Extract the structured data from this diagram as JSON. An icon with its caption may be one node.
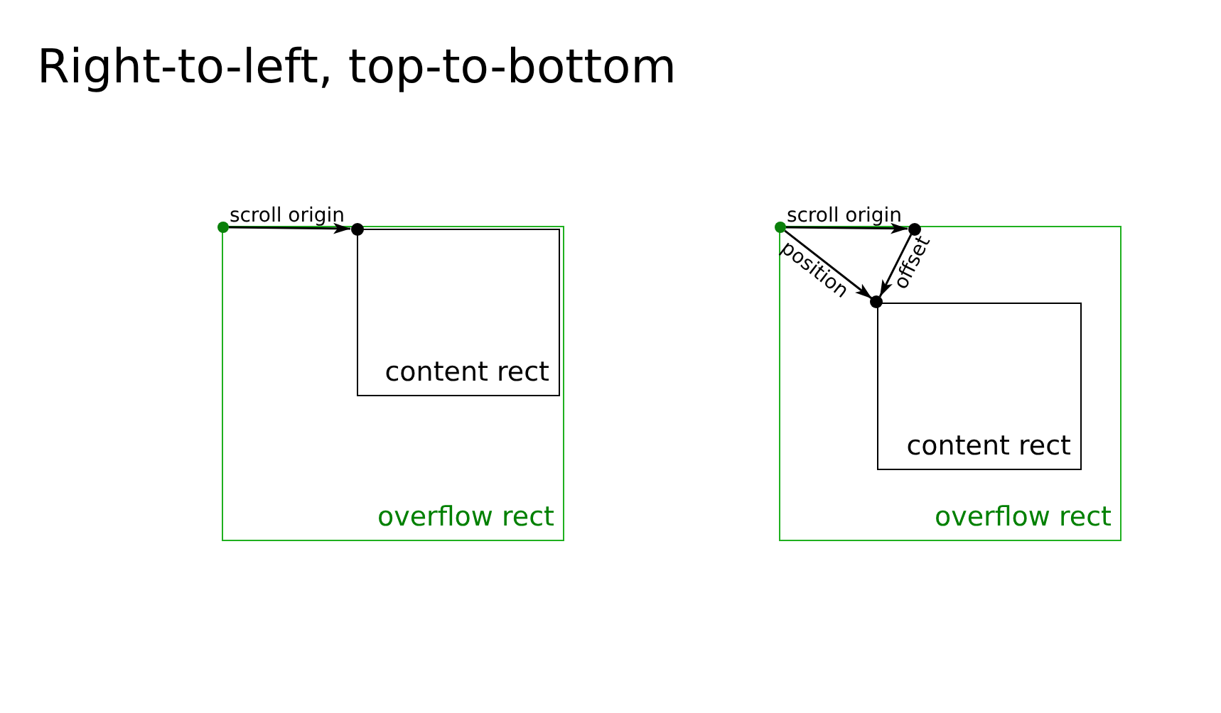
{
  "diagram": {
    "title": "Right-to-left, top-to-bottom",
    "nodes": [
      {
        "text": [
          "overflow rect"
        ]
      },
      {
        "text": [
          "content rect"
        ],
        "in": 0
      },
      {
        "text": [],
        "shape": "circle"
      },
      {
        "text": [],
        "shape": "circle"
      },
      {
        "text": [
          "overflow rect"
        ]
      },
      {
        "text": [
          "content rect"
        ],
        "in": 4
      },
      {
        "text": [],
        "shape": "circle"
      },
      {
        "text": [],
        "shape": "circle"
      },
      {
        "text": [],
        "shape": "circle",
        "in": 4
      }
    ],
    "edges": [
      {
        "from": 2,
        "to": 3,
        "arrow": "to",
        "label": "scroll origin"
      },
      {
        "from": 6,
        "to": 7,
        "arrow": "to",
        "label": "scroll origin"
      },
      {
        "from": 6,
        "to": 8,
        "arrow": "to",
        "label": "position"
      },
      {
        "from": 7,
        "to": 8,
        "arrow": "to",
        "label": "offset"
      }
    ]
  }
}
